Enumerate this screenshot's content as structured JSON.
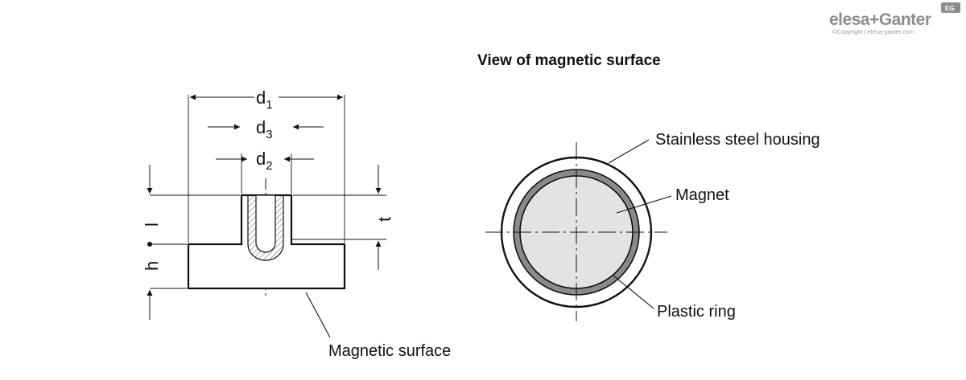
{
  "brand": {
    "name": "elesa+Ganter",
    "copyright": "©Copyright | elesa-ganter.com",
    "badge": "EG",
    "color": "#8d8d8d"
  },
  "titles": {
    "view_title": "View of magnetic surface"
  },
  "dimensions": {
    "d1": {
      "base": "d",
      "sub": "1"
    },
    "d3": {
      "base": "d",
      "sub": "3"
    },
    "d2": {
      "base": "d",
      "sub": "2"
    },
    "h": "h",
    "l": "l",
    "t": "t"
  },
  "labels": {
    "magnetic_surface": "Magnetic surface",
    "stainless_housing": "Stainless steel housing",
    "magnet": "Magnet",
    "plastic_ring": "Plastic ring"
  },
  "colors": {
    "line": "#111111",
    "magnet_fill": "#e3e3e3",
    "ring_fill": "#8a8a8a",
    "housing_fill": "#ffffff"
  }
}
